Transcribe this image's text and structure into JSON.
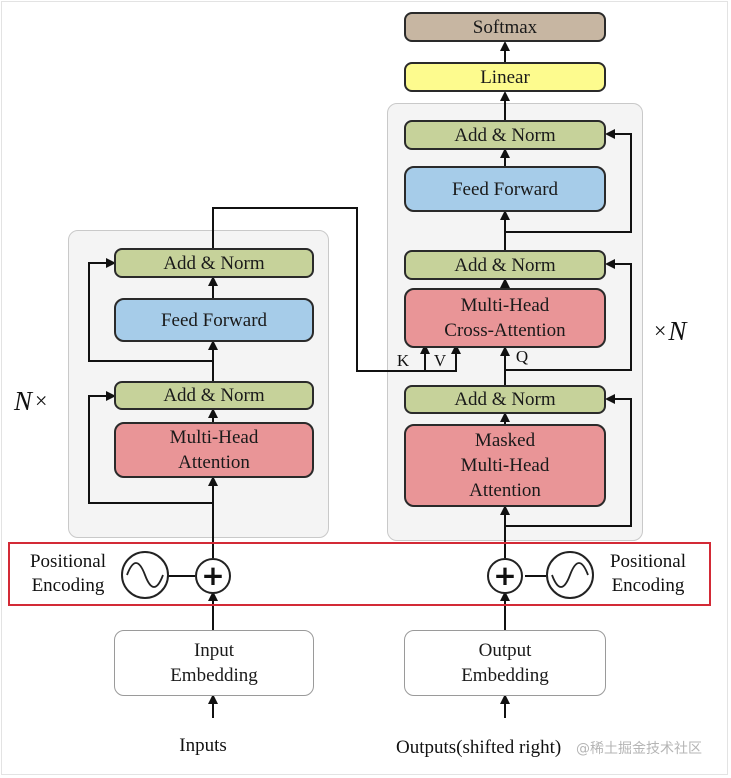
{
  "encoder": {
    "add_norm_top": "Add & Norm",
    "feed_forward": "Feed Forward",
    "add_norm_bottom": "Add & Norm",
    "attention": "Multi-Head\nAttention",
    "repeat_label": "N",
    "repeat_times": "×",
    "embedding": "Input\nEmbedding",
    "input_label": "Inputs"
  },
  "decoder": {
    "softmax": "Softmax",
    "linear": "Linear",
    "add_norm_top": "Add & Norm",
    "feed_forward": "Feed Forward",
    "add_norm_middle": "Add & Norm",
    "cross_attention": "Multi-Head\nCross-Attention",
    "add_norm_bottom": "Add & Norm",
    "masked_attention": "Masked\nMulti-Head\nAttention",
    "repeat_times": "×",
    "repeat_label": "N",
    "embedding": "Output\nEmbedding",
    "output_label": "Outputs(shifted right)",
    "k_label": "K",
    "v_label": "V",
    "q_label": "Q"
  },
  "positional": {
    "left_label": "Positional\nEncoding",
    "right_label": "Positional\nEncoding",
    "plus_symbol": "+"
  },
  "watermark": "@稀土掘金技术社区",
  "colors": {
    "add_norm": "#c6d29a",
    "feed_forward": "#a6cce9",
    "attention": "#e99597",
    "linear": "#fdfb8e",
    "softmax": "#c7b6a2",
    "highlight_border": "#d32a36"
  }
}
